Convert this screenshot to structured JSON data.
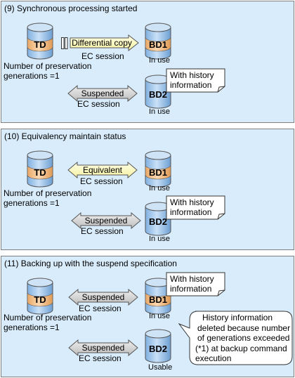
{
  "panel9": {
    "title": "(9) Synchronous processing started",
    "td": "TD",
    "bd1": "BD1",
    "bd2": "BD2",
    "diff_label": "Differential copy",
    "ec_session": "EC session",
    "preservation_1": "Number of preservation",
    "preservation_2": "generations =1",
    "in_use": "In use",
    "suspended": "Suspended",
    "history_1": "With history",
    "history_2": "information"
  },
  "panel10": {
    "title": "(10) Equivalency maintain status",
    "td": "TD",
    "bd1": "BD1",
    "bd2": "BD2",
    "equivalent": "Equivalent",
    "ec_session": "EC session",
    "preservation_1": "Number of preservation",
    "preservation_2": "generations =1",
    "in_use": "In use",
    "suspended": "Suspended",
    "history_1": "With history",
    "history_2": "information"
  },
  "panel11": {
    "title": "(11) Backing up with the suspend specification",
    "td": "TD",
    "bd1": "BD1",
    "bd2": "BD2",
    "suspended": "Suspended",
    "ec_session": "EC session",
    "preservation_1": "Number of preservation",
    "preservation_2": "generations =1",
    "in_use": "In use",
    "usable": "Usable",
    "history_1": "With history",
    "history_2": "information",
    "deleted_1": "History information",
    "deleted_2": "deleted because number",
    "deleted_3": "of generations exceeded",
    "deleted_4": "(*1) at backup command",
    "deleted_5": "execution"
  },
  "colors": {
    "panel_bg": "#d9ecfb",
    "cylinder_blue": "#9cc3ea",
    "cylinder_band": "#f3c08f",
    "equivalent_arrow": "#ffffc0",
    "suspended_arrow": "#d4d4d4"
  }
}
